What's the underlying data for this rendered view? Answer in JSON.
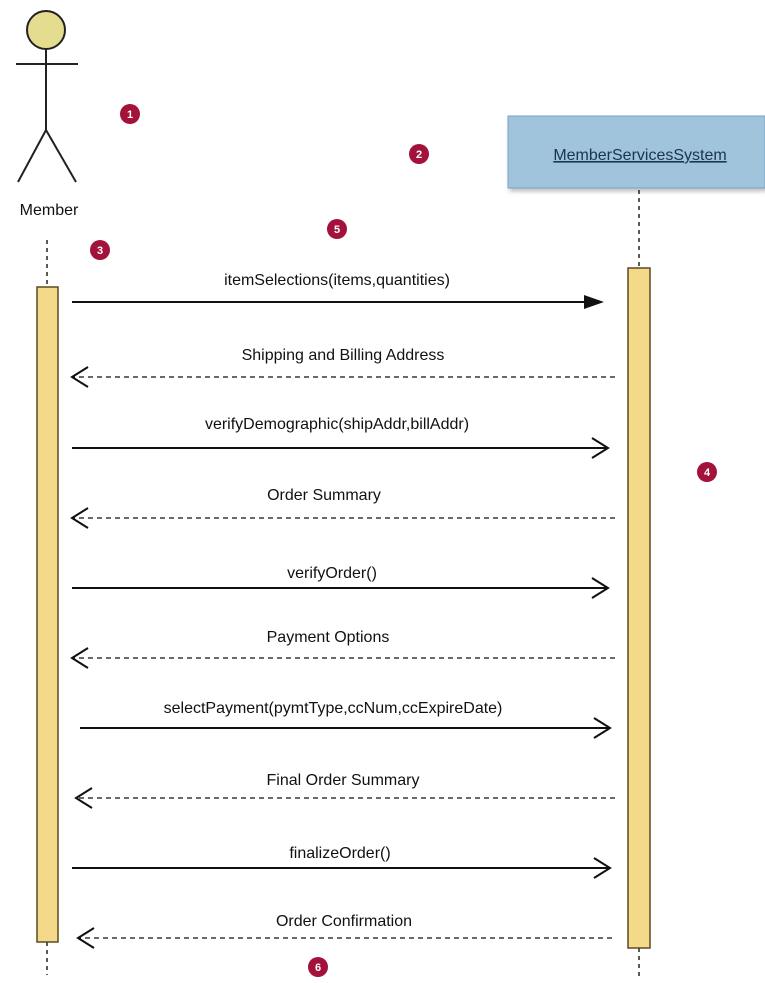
{
  "actor": {
    "label": "Member"
  },
  "system": {
    "label": "MemberServicesSystem"
  },
  "messages": [
    {
      "label": "itemSelections(items,quantities)",
      "direction": "right",
      "style": "solid",
      "arrowhead": "filled"
    },
    {
      "label": "Shipping and Billing Address",
      "direction": "left",
      "style": "dashed",
      "arrowhead": "open"
    },
    {
      "label": "verifyDemographic(shipAddr,billAddr)",
      "direction": "right",
      "style": "solid",
      "arrowhead": "open"
    },
    {
      "label": "Order Summary",
      "direction": "left",
      "style": "dashed",
      "arrowhead": "open"
    },
    {
      "label": "verifyOrder()",
      "direction": "right",
      "style": "solid",
      "arrowhead": "open"
    },
    {
      "label": "Payment Options",
      "direction": "left",
      "style": "dashed",
      "arrowhead": "open"
    },
    {
      "label": "selectPayment(pymtType,ccNum,ccExpireDate)",
      "direction": "right",
      "style": "solid",
      "arrowhead": "open"
    },
    {
      "label": "Final Order Summary",
      "direction": "left",
      "style": "dashed",
      "arrowhead": "open"
    },
    {
      "label": "finalizeOrder()",
      "direction": "right",
      "style": "solid",
      "arrowhead": "open"
    },
    {
      "label": "Order Confirmation",
      "direction": "left",
      "style": "dashed",
      "arrowhead": "open"
    }
  ],
  "badges": [
    "1",
    "2",
    "3",
    "4",
    "5",
    "6"
  ],
  "colors": {
    "activation_fill": "#f5d98b",
    "activation_stroke": "#5a4a20",
    "system_box": "#9fc4dc",
    "actor_head": "#e4dc8e",
    "badge": "#a3123a",
    "line": "#111111"
  }
}
